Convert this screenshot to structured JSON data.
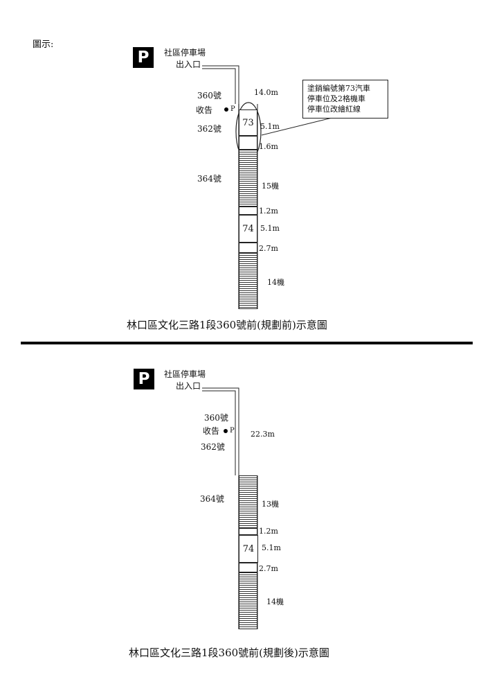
{
  "header": {
    "legend_label": "圖示:"
  },
  "before": {
    "logo_letter": "P",
    "entrance_line1": "社區停車場",
    "entrance_line2": "出入口",
    "addr_360": "360號",
    "booth_label": "收告",
    "booth_p": "P",
    "addr_362": "362號",
    "addr_364": "364號",
    "m_14": "14.0m",
    "stall_73": "73",
    "m_5_1a": "5.1m",
    "m_1_6": "1.6m",
    "moto_15": "15機",
    "m_1_2": "1.2m",
    "stall_74": "74",
    "m_5_1b": "5.1m",
    "m_2_7": "2.7m",
    "moto_14": "14機",
    "callout_line1": "塗銷編號第73汽車",
    "callout_line2": "停車位及2格機車",
    "callout_line3": "停車位改繪紅線",
    "caption": "林口區文化三路1段360號前(規劃前)示意圖"
  },
  "after": {
    "logo_letter": "P",
    "entrance_line1": "社區停車場",
    "entrance_line2": "出入口",
    "addr_360": "360號",
    "booth_label": "收告",
    "booth_p": "P",
    "addr_362": "362號",
    "addr_364": "364號",
    "m_22_3": "22.3m",
    "moto_13": "13機",
    "m_1_2": "1.2m",
    "stall_74": "74",
    "m_5_1": "5.1m",
    "m_2_7": "2.7m",
    "moto_14": "14機",
    "caption": "林口區文化三路1段360號前(規劃後)示意圖"
  }
}
